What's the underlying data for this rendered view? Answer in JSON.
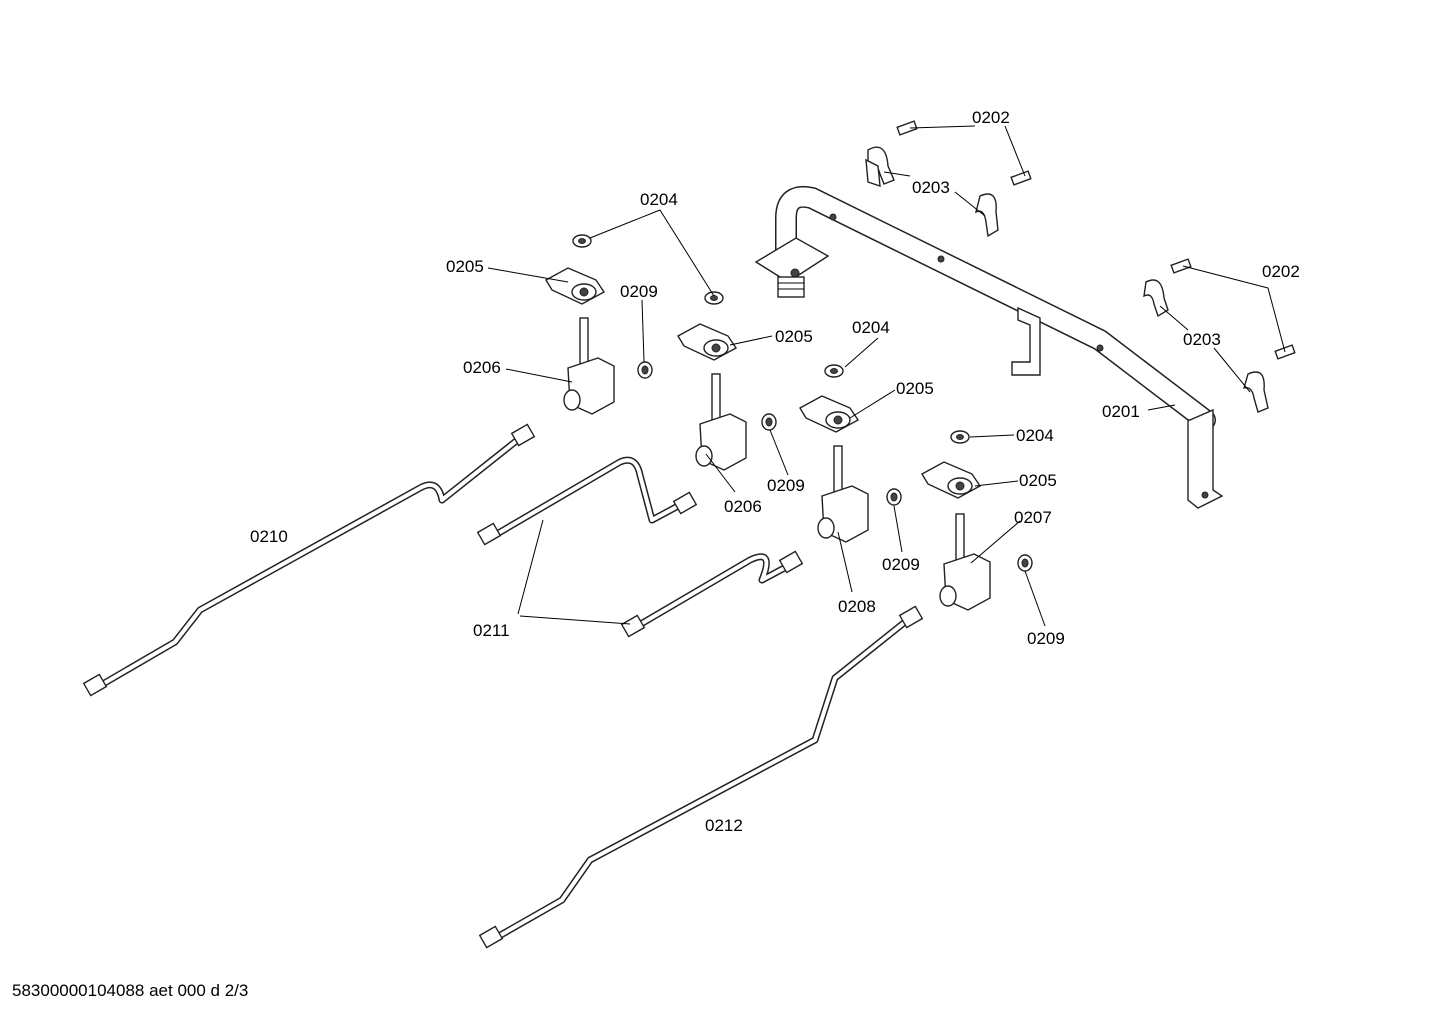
{
  "document": {
    "footer_code": "58300000104088 aet 000 d 2/3"
  },
  "labels": {
    "l0201": "0201",
    "l0202a": "0202",
    "l0202b": "0202",
    "l0203a": "0203",
    "l0203b": "0203",
    "l0204a": "0204",
    "l0204b": "0204",
    "l0204c": "0204",
    "l0205a": "0205",
    "l0205b": "0205",
    "l0205c": "0205",
    "l0205d": "0205",
    "l0206a": "0206",
    "l0206b": "0206",
    "l0207": "0207",
    "l0208": "0208",
    "l0209a": "0209",
    "l0209b": "0209",
    "l0209c": "0209",
    "l0209d": "0209",
    "l0210": "0210",
    "l0211": "0211",
    "l0212": "0212"
  }
}
